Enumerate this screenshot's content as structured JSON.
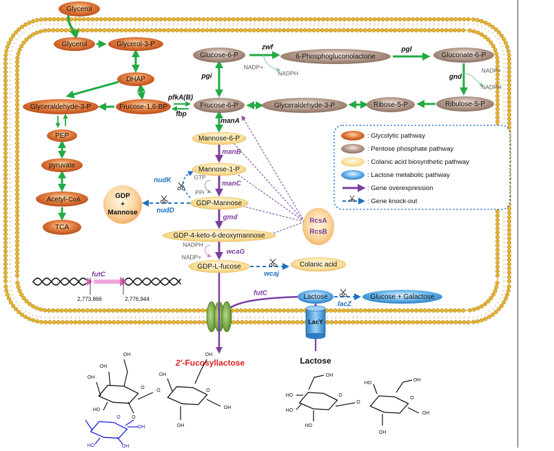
{
  "colors": {
    "glycolytic": "#d9703a",
    "pentose": "#9c8274",
    "colanic": "#f8d98c",
    "lactose": "#5aa6e0",
    "green_arrow": "#22aa44",
    "purple": "#7b3fa0",
    "blue_dash": "#1e6fc0",
    "membrane": "#e5b432",
    "red_label": "#e02020"
  },
  "nodes": {
    "glycerol_out": "Glycerol",
    "glycerol_in": "Glycerol",
    "glycerol3p": "Glycerol-3-P",
    "dhap": "DHAP",
    "g3p_left": "Glyceraldehyde-3-P",
    "frucose16bp": "Frucose-1,6-BP",
    "pep": "PEP",
    "pyruvate": "pyruvate",
    "acetylcoa_main": "Acetyl-",
    "acetylcoa_sub": "CoA",
    "tca": "TCA",
    "glucose6p": "Glucose-6-P",
    "phosphoglucono": "6-Phosphogluconolactone",
    "gluconate6p": "Gluconate-6-P",
    "ribulose5p": "Ribulose-5-P",
    "ribose5p": "Ribose-5-P",
    "g3p_mid": "Glyceraldehyde-3-P",
    "frucose6p": "Frucose-6-P",
    "mannose6p": "Mannose-6-P",
    "mannose1p": "Mannose-1-P",
    "gdpmannose": "GDP-Mannose",
    "gdp4keto": "GDP-4-keto-6-deoxymannose",
    "gdplfucose": "GDP-L-fucose",
    "colanic_acid": "Colanic acid",
    "lactose_in": "Lactose",
    "glucose_galactose": "Glucose + Galactose",
    "lacy": "LacY",
    "lactose_out": "Lactose",
    "gdp_mannose_ball_1": "GDP",
    "gdp_mannose_ball_2": "+",
    "gdp_mannose_ball_3": "Mannose",
    "rcsa": "RcsA",
    "rcsb": "RcsB",
    "fucosyllactose_prefix": "2′",
    "fucosyllactose_rest": "-Fucosyllactose"
  },
  "enzymes": {
    "zwf": "zwf",
    "pgl": "pgl",
    "gnd": "gnd",
    "pgi": "pgi",
    "pfkab": "pfkA(B)",
    "fbp": "fbp",
    "mana": "manA",
    "manb": "manB",
    "manc": "manC",
    "gmd": "gmd",
    "wcag": "wcaG",
    "nudk": "nudK",
    "nudd": "nudD",
    "wcaj": "wcaj",
    "futc_gene": "futC",
    "futc_path": "futC",
    "lacz": "lacZ"
  },
  "cofactors": {
    "nadp_zwf": "NADP+",
    "nadph_zwf": "NADPH",
    "nadp_gnd": "NADP+",
    "nadph_gnd": "NADPH",
    "gtp": "GTP",
    "ppi": "PPi",
    "nadph_wcag": "NADPH",
    "nadp_wcag": "NADP+"
  },
  "genome": {
    "pos_start": "2,773,866",
    "pos_end": "2,776,944"
  },
  "legend": {
    "items": [
      {
        "label": ": Glycolytic pathway",
        "kind": "glycolytic"
      },
      {
        "label": ": Pentose phosphate pathway",
        "kind": "pentose"
      },
      {
        "label": ": Colanic acid biosynthetic pathway",
        "kind": "colanic"
      },
      {
        "label": ": Lactose metabolic pathway",
        "kind": "lactose"
      },
      {
        "label": ": Gene overexpression",
        "kind": "overexpression"
      },
      {
        "label": ": Gene knock-out",
        "kind": "knockout"
      }
    ]
  },
  "structures": {
    "oh": "OH",
    "ho": "HO",
    "o": "O"
  }
}
